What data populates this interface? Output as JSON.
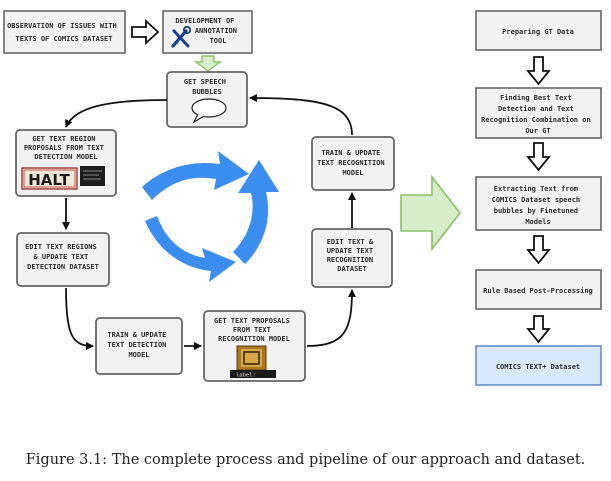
{
  "left_flow": {
    "observation": [
      "OBSERVATION OF ISSUES WITH",
      "TEXTS OF COMICS DATASET"
    ],
    "development": [
      "DEVELOPMENT OF",
      "ANNOTATION",
      "TOOL"
    ],
    "speech_bubbles": [
      "GET SPEECH",
      "BUBBLES"
    ],
    "region_proposals": [
      "GET TEXT REGION",
      "PROPOSALS FROM TEXT",
      "DETECTION MODEL"
    ],
    "region_thumbnail_text": "HALT",
    "edit_regions": [
      "EDIT TEXT REGIONS",
      "& UPDATE TEXT",
      "DETECTION DATASET"
    ],
    "train_detection": [
      "TRAIN & UPDATE",
      "TEXT DETECTION",
      "MODEL"
    ],
    "text_proposals": [
      "GET TEXT PROPOSALS",
      "FROM TEXT",
      "RECOGNITION MODEL"
    ],
    "proposal_thumbnail_label": "label:",
    "edit_text": [
      "EDIT TEXT &",
      "UPDATE TEXT",
      "RECOGNITION",
      "DATASET"
    ],
    "train_recognition": [
      "TRAIN & UPDATE",
      "TEXT RECOGNITION",
      "MODEL"
    ]
  },
  "right_flow": {
    "preparing_gt": [
      "Preparing GT Data"
    ],
    "finding_best": [
      "Finding Best Text",
      "Detection and Text",
      "Recognition Combination on",
      "Our GT"
    ],
    "extracting": [
      "Extracting Text from",
      "COMICS Dataset speech",
      "bubbles by Finetuned",
      "Models"
    ],
    "post_processing": [
      "Rule Based Post-Processing"
    ],
    "dataset": [
      "COMICS TEXT+ Dataset"
    ]
  },
  "caption": "Figure 3.1: The complete process and pipeline of our approach and dataset.",
  "colors": {
    "box_fill": "#f2f2f2",
    "box_stroke": "#666666",
    "cycle_blue": "#3b8df0",
    "green_arrow_fill": "#d7edc9",
    "green_arrow_stroke": "#8bbf6a",
    "dataset_fill": "#dae8fc",
    "dataset_stroke": "#6c8ebf"
  }
}
